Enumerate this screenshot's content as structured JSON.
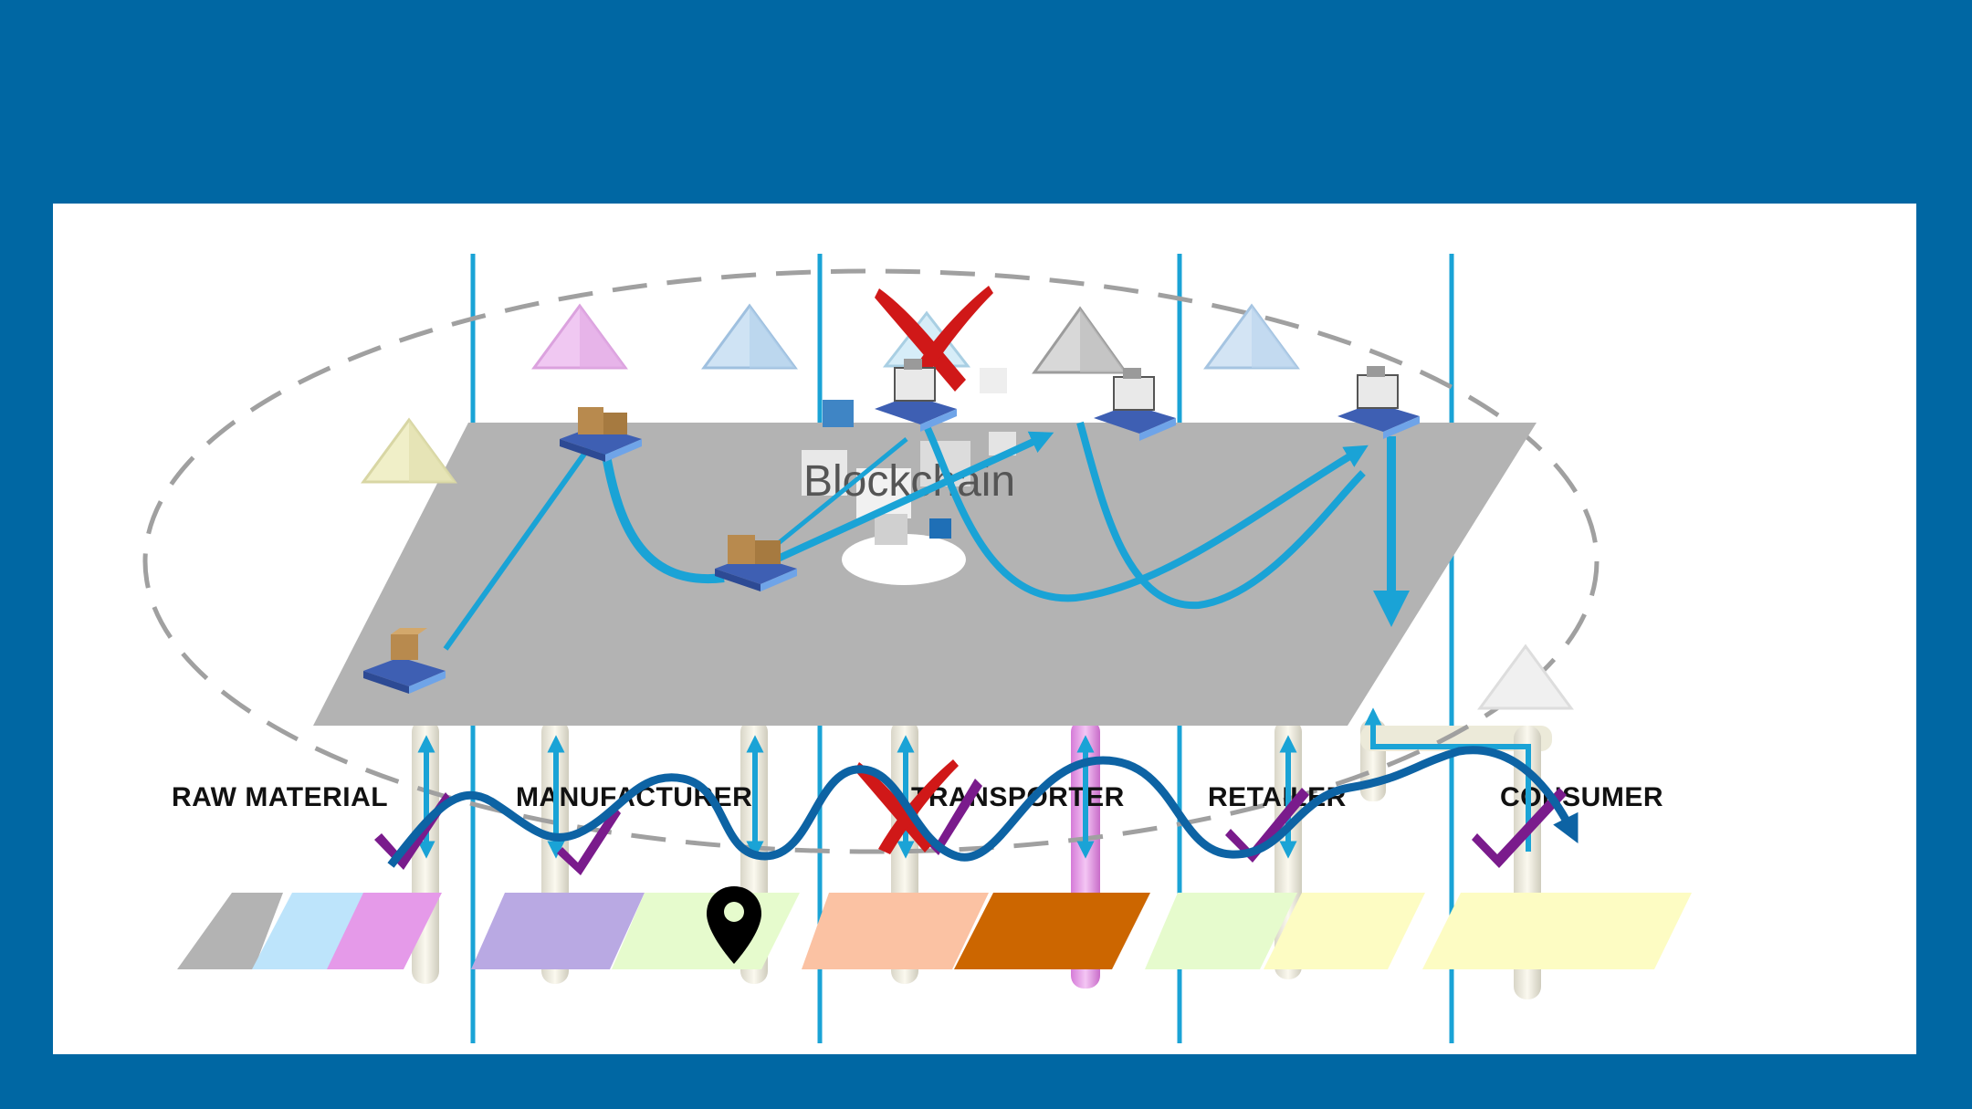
{
  "slide": {
    "background": "#0067a3",
    "panel_background": "#ffffff"
  },
  "blockchain": {
    "label": "Blockchain",
    "platform_color": "#b3b3b3"
  },
  "stages": [
    {
      "id": "raw",
      "label": "RAW MATERIAL"
    },
    {
      "id": "manufacturer",
      "label": "MANUFACTURER"
    },
    {
      "id": "transporter",
      "label": "TRANSPORTER"
    },
    {
      "id": "retailer",
      "label": "RETAILER"
    },
    {
      "id": "consumer",
      "label": "CONSUMER"
    }
  ],
  "colors": {
    "divider": "#1aa3d6",
    "arrow": "#1aa3d6",
    "product_path": "#0d63a4",
    "check": "#7a1b8c",
    "reject": "#d01818",
    "location_pin": "#000000",
    "ellipse": "#a0a0a0"
  },
  "tiles": [
    {
      "color": "#b3b3b3"
    },
    {
      "color": "#bde4fb"
    },
    {
      "color": "#e59ae9"
    },
    {
      "color": "#b9a9e3"
    },
    {
      "color": "#e6fbcd"
    },
    {
      "color": "#fbc2a3"
    },
    {
      "color": "#cc6600"
    },
    {
      "color": "#e6fbcd"
    },
    {
      "color": "#fdfcc3"
    },
    {
      "color": "#fdfcc3"
    }
  ],
  "nodes": [
    {
      "color": "#f0efc8"
    },
    {
      "color": "#f0c8f2"
    },
    {
      "color": "#cfe3f4"
    },
    {
      "color": "#d6edf8"
    },
    {
      "color": "#d8d8d8"
    },
    {
      "color": "#d3e4f4"
    },
    {
      "color": "#f0f0f0"
    }
  ],
  "icons": {
    "check": "check-mark-icon",
    "reject": "x-mark-icon",
    "pin": "location-pin-icon",
    "pallet": "pallet-boxes-icon",
    "machine": "machine-icon",
    "node": "pyramid-node-icon"
  }
}
